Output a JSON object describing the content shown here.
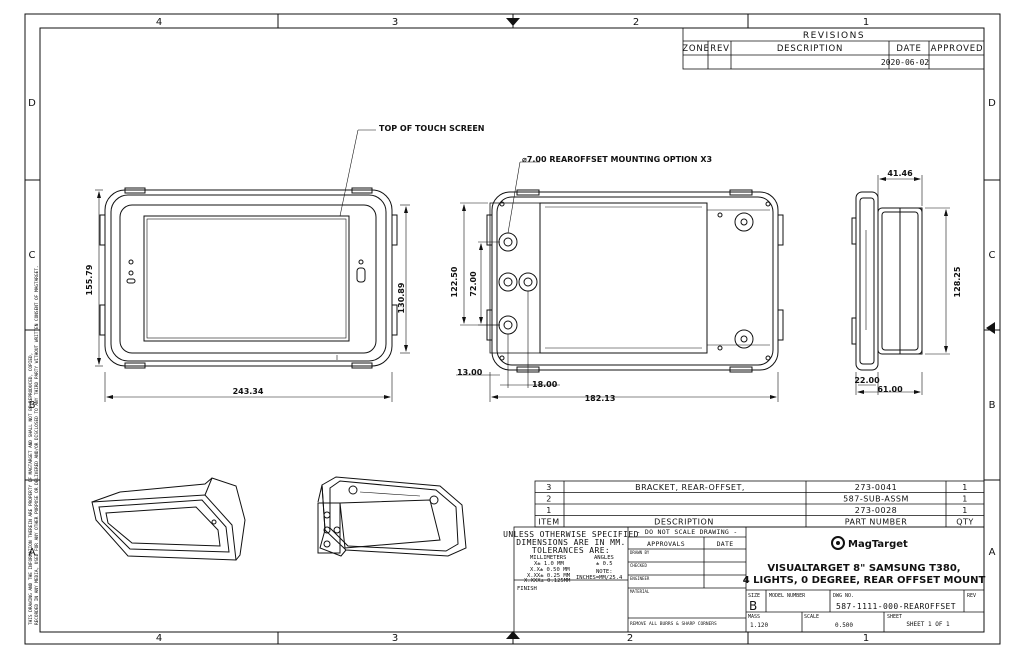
{
  "zones": {
    "top": [
      "4",
      "3",
      "2",
      "1"
    ],
    "bottom": [
      "4",
      "3",
      "2",
      "1"
    ],
    "left": [
      "D",
      "C",
      "B",
      "A"
    ],
    "right": [
      "D",
      "C",
      "B",
      "A"
    ]
  },
  "side_notice": [
    "THIS DRAWING AND THE INFORMATION THEREIN ARE PROPERTY OF MAGTARGET AND SHALL NOT BE REPRODUCED, COPIED,",
    "RECORDED IN ANY MEDIA, USED FOR ANY OTHER PURPOSE OR DELIVERED AND/OR DISCLOSED TO ANY THIRD PARTY WITHOUT WRITTEN CONSENT OF MAGTARGET."
  ],
  "revisions": {
    "title": "REVISIONS",
    "headers": [
      "ZONE",
      "REV",
      "DESCRIPTION",
      "DATE",
      "APPROVED"
    ],
    "rows": [
      [
        "",
        "",
        "",
        "2020-06-02",
        ""
      ]
    ]
  },
  "annotations": {
    "top_of_screen": "TOP OF TOUCH SCREEN",
    "mount_option": "⌀7.00 REAROFFSET MOUNTING OPTION X3"
  },
  "dimensions": {
    "front_height": "155.79",
    "front_inner_height": "130.89",
    "front_width": "243.34",
    "rear_height_outer": "122.50",
    "rear_height_inner": "72.00",
    "rear_offset_left": "13.00",
    "rear_offset_bottom": "18.00",
    "rear_width": "182.13",
    "side_top": "41.46",
    "side_height": "128.25",
    "side_bottom_a": "22.00",
    "side_bottom_b": "61.00"
  },
  "bom": {
    "headers": [
      "ITEM",
      "DESCRIPTION",
      "PART NUMBER",
      "QTY"
    ],
    "rows": [
      [
        "3",
        "BRACKET, REAR-OFFSET,",
        "273-0041",
        "1"
      ],
      [
        "2",
        "",
        "587-SUB-ASSM",
        "1"
      ],
      [
        "1",
        "",
        "273-0028",
        "1"
      ]
    ]
  },
  "title_block": {
    "tolerances": [
      "UNLESS OTHERWISE SPECIFIED",
      "DIMENSIONS ARE IN MM.",
      "TOLERANCES ARE:"
    ],
    "tol_units": "MILLIMETERS",
    "tol_angles": "ANGLES",
    "tol_x": "X± 1.0 MM",
    "tol_angle_val": "± 0.5",
    "tol_xx": "X.X± 0.50 MM",
    "tol_xxx": "X.XX± 0.25 MM",
    "tol_xxxx": "X.XXX± 0.125MM",
    "tol_note1": "NOTE:",
    "tol_note2": "INCHES=MM/25.4",
    "finish": "FINISH",
    "do_not_scale": "- DO NOT SCALE DRAWING -",
    "approvals": "APPROVALS",
    "date": "DATE",
    "drawn_by": "DRAWN BY",
    "checked": "CHECKED",
    "engineer": "ENGINEER",
    "material": "MATERIAL",
    "remove_burrs": "REMOVE ALL BURRS & SHARP CORNERS",
    "company": "MagTarget",
    "title_line1": "VISUALTARGET 8\" SAMSUNG T380,",
    "title_line2": "4 LIGHTS, 0 DEGREE, REAR OFFSET MOUNT",
    "size_label": "SIZE",
    "size": "B",
    "model_label": "MODEL NUMBER",
    "dwg_label": "DWG NO.",
    "dwg_no": "587-1111-000-REAROFFSET",
    "rev_label": "REV",
    "mass_label": "MASS",
    "mass": "1.120",
    "scale_label": "SCALE",
    "scale": "0.500",
    "sheet_label": "SHEET",
    "sheet": "SHEET 1 OF 1"
  },
  "colors": {
    "line": "#111111",
    "background": "#ffffff"
  }
}
